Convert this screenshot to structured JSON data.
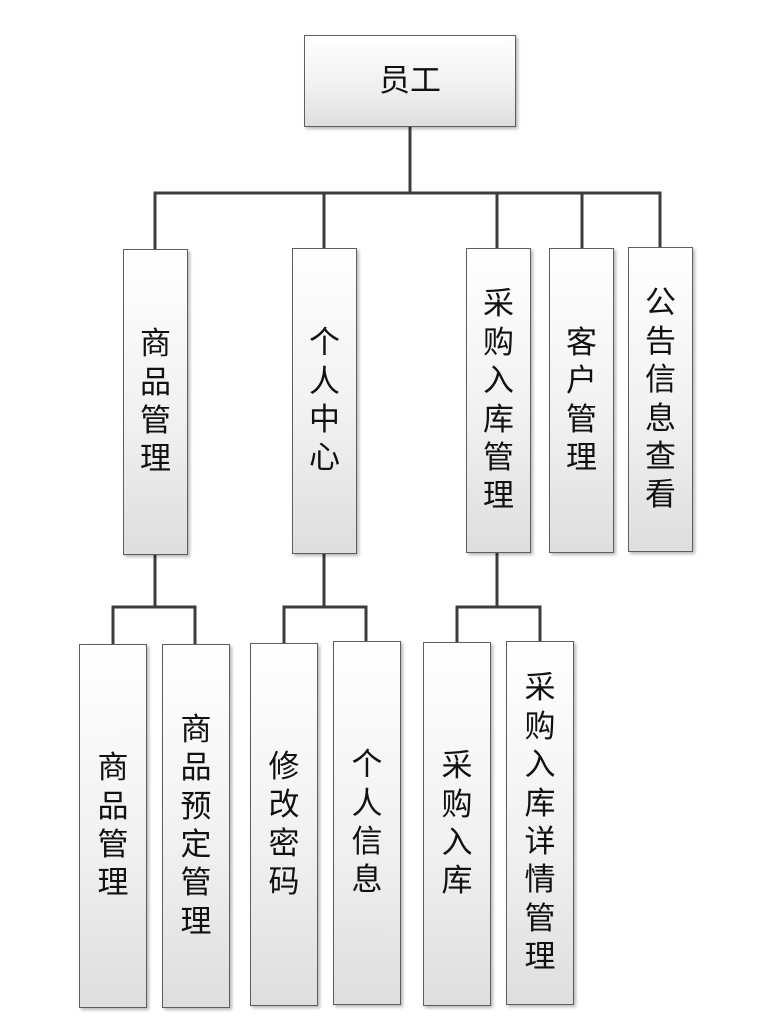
{
  "diagram": {
    "root": {
      "label": "员工"
    },
    "level1": [
      {
        "label": "商品管理"
      },
      {
        "label": "个人中心"
      },
      {
        "label": "采购入库管理"
      },
      {
        "label": "客户管理"
      },
      {
        "label": "公告信息查看"
      }
    ],
    "level2": [
      {
        "label": "商品管理"
      },
      {
        "label": "商品预定管理"
      },
      {
        "label": "修改密码"
      },
      {
        "label": "个人信息"
      },
      {
        "label": "采购入库"
      },
      {
        "label": "采购入库详情管理"
      }
    ],
    "edges": [
      {
        "from": "root",
        "to": [
          "n1",
          "n2",
          "n3",
          "n4",
          "n5"
        ]
      },
      {
        "from": "n1",
        "to": [
          "n1a",
          "n1b"
        ]
      },
      {
        "from": "n2",
        "to": [
          "n2a",
          "n2b"
        ]
      },
      {
        "from": "n3",
        "to": [
          "n3a",
          "n3b"
        ]
      }
    ],
    "colors": {
      "line": "#3c3c3c",
      "border": "#5e5e5e",
      "fill": "#f1f1f1"
    }
  }
}
